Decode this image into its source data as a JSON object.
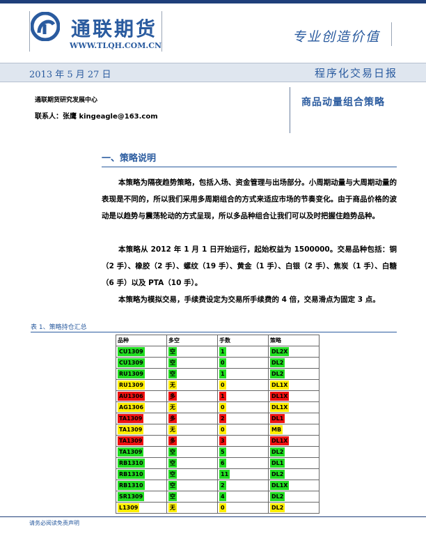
{
  "brand": {
    "name": "通联期货",
    "url": "WWW.TLQH.COM.CN",
    "slogan": "专业创造价值"
  },
  "header": {
    "date": "2013 年 5 月 27 日",
    "report": "程序化交易日报"
  },
  "authors": {
    "org": "通联期货研究发展中心",
    "contact": "联系人：张鹰  kingeagle@163.com"
  },
  "doc_title": "商品动量组合策略",
  "section": {
    "heading": "一、策略说明",
    "paragraphs": [
      "本策略为隔夜趋势策略，包括入场、资金管理与出场部分。小周期动量与大周期动量的表现是不同的，所以我们采用多周期组合的方式来适应市场的节奏变化。由于商品价格的波动是以趋势与震荡轮动的方式呈现，所以多品种组合让我们可以及时把握住趋势品种。",
      "本策略从 2012 年 1 月 1 日开始运行，起始权益为 1500000。交易品种包括：铜（2 手）、橡胶（2 手）、螺纹（19 手）、黄金（1 手）、白银（2 手）、焦炭（1 手）、白糖（6 手）以及 PTA（10 手）。",
      "本策略为模拟交易，手续费设定为交易所手续费的 4 倍，交易滑点为固定 3 点。"
    ]
  },
  "table": {
    "caption": "表 1、策略持仓汇总",
    "headers": [
      "品种",
      "多空",
      "手数",
      "策略"
    ],
    "rows": [
      {
        "symbol": "CU1309",
        "dir": "空",
        "qty": "1",
        "strat": "DL2X",
        "colors": [
          "#22dd22",
          "#22dd22",
          "#22dd22",
          "#22dd22"
        ]
      },
      {
        "symbol": "CU1309",
        "dir": "空",
        "qty": "0",
        "strat": "DL2",
        "colors": [
          "#22dd22",
          "#22dd22",
          "#22dd22",
          "#22dd22"
        ]
      },
      {
        "symbol": "RU1309",
        "dir": "空",
        "qty": "1",
        "strat": "DL2",
        "colors": [
          "#22dd22",
          "#22dd22",
          "#22dd22",
          "#22dd22"
        ]
      },
      {
        "symbol": "RU1309",
        "dir": "无",
        "qty": "0",
        "strat": "DL1X",
        "colors": [
          "#ffee00",
          "#ffee00",
          "#ffee00",
          "#ffee00"
        ]
      },
      {
        "symbol": "AU1306",
        "dir": "多",
        "qty": "1",
        "strat": "DL1X",
        "colors": [
          "#ee1111",
          "#ee1111",
          "#ee1111",
          "#ee1111"
        ]
      },
      {
        "symbol": "AG1306",
        "dir": "无",
        "qty": "0",
        "strat": "DL1X",
        "colors": [
          "#ffee00",
          "#ffee00",
          "#ffee00",
          "#ffee00"
        ]
      },
      {
        "symbol": "TA1309",
        "dir": "多",
        "qty": "2",
        "strat": "DL1",
        "colors": [
          "#ee1111",
          "#ee1111",
          "#ee1111",
          "#ee1111"
        ]
      },
      {
        "symbol": "TA1309",
        "dir": "无",
        "qty": "0",
        "strat": "MB",
        "colors": [
          "#ffee00",
          "#ffee00",
          "#ffee00",
          "#ffee00"
        ]
      },
      {
        "symbol": "TA1309",
        "dir": "多",
        "qty": "3",
        "strat": "DL1X",
        "colors": [
          "#ee1111",
          "#ee1111",
          "#ee1111",
          "#ee1111"
        ]
      },
      {
        "symbol": "TA1309",
        "dir": "空",
        "qty": "5",
        "strat": "DL2",
        "colors": [
          "#22dd22",
          "#22dd22",
          "#22dd22",
          "#22dd22"
        ]
      },
      {
        "symbol": "RB1310",
        "dir": "空",
        "qty": "6",
        "strat": "DL1",
        "colors": [
          "#22dd22",
          "#22dd22",
          "#22dd22",
          "#22dd22"
        ]
      },
      {
        "symbol": "RB1310",
        "dir": "空",
        "qty": "11",
        "strat": "DL2",
        "colors": [
          "#22dd22",
          "#22dd22",
          "#22dd22",
          "#22dd22"
        ]
      },
      {
        "symbol": "RB1310",
        "dir": "空",
        "qty": "2",
        "strat": "DL1X",
        "colors": [
          "#22dd22",
          "#22dd22",
          "#22dd22",
          "#22dd22"
        ]
      },
      {
        "symbol": "SR1309",
        "dir": "空",
        "qty": "4",
        "strat": "DL2",
        "colors": [
          "#22dd22",
          "#22dd22",
          "#22dd22",
          "#22dd22"
        ]
      },
      {
        "symbol": "L1309",
        "dir": "无",
        "qty": "0",
        "strat": "DL2",
        "colors": [
          "#ffee00",
          "#ffee00",
          "#ffee00",
          "#ffee00"
        ]
      }
    ]
  },
  "footer": "请务必阅读免责声明"
}
